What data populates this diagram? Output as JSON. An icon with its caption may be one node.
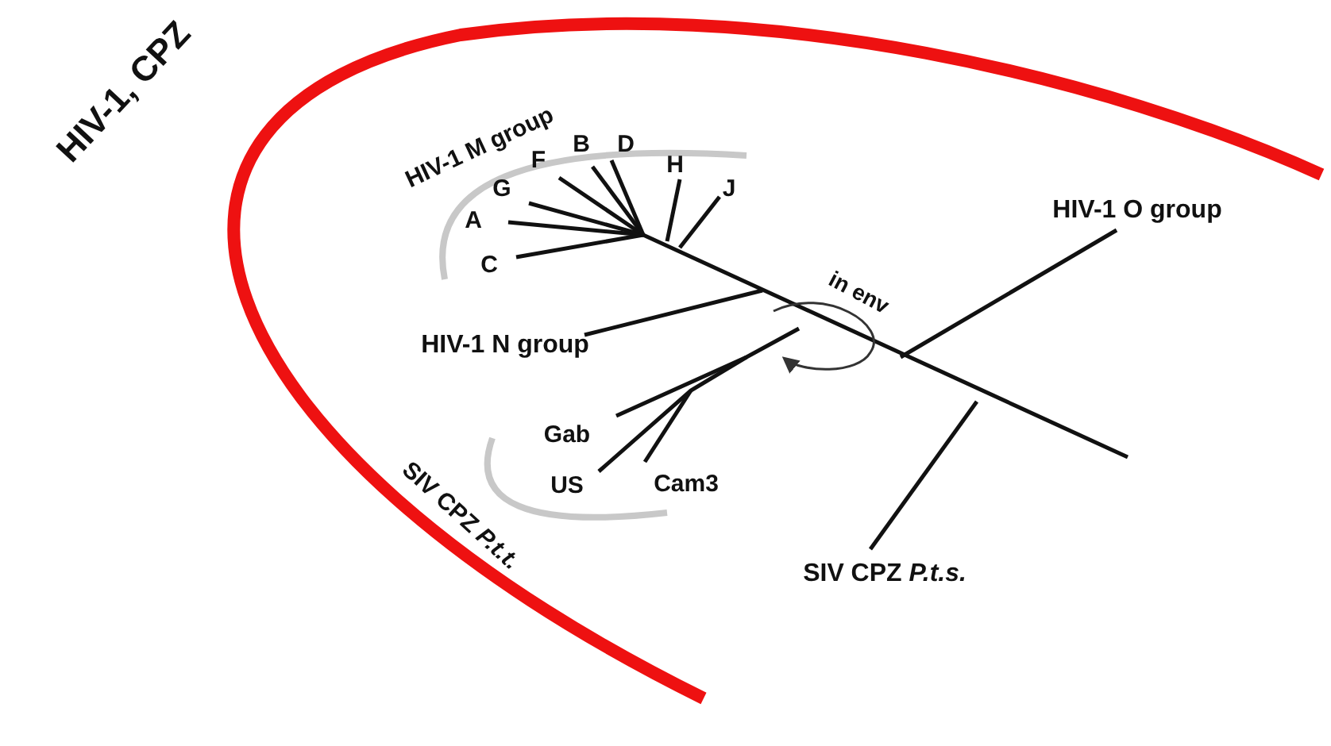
{
  "diagram": {
    "labels": [
      "HIV-1, CPZ",
      "HIV-1 M group",
      "B",
      "D",
      "F",
      "G",
      "H",
      "J",
      "A",
      "C",
      "HIV-1 O group",
      "in env",
      "HIV-1 N group",
      "Gab",
      "US",
      "Cam3",
      "SIV CPZ *P.t.t.*",
      "SIV CPZ *P.t.s.*"
    ]
  }
}
